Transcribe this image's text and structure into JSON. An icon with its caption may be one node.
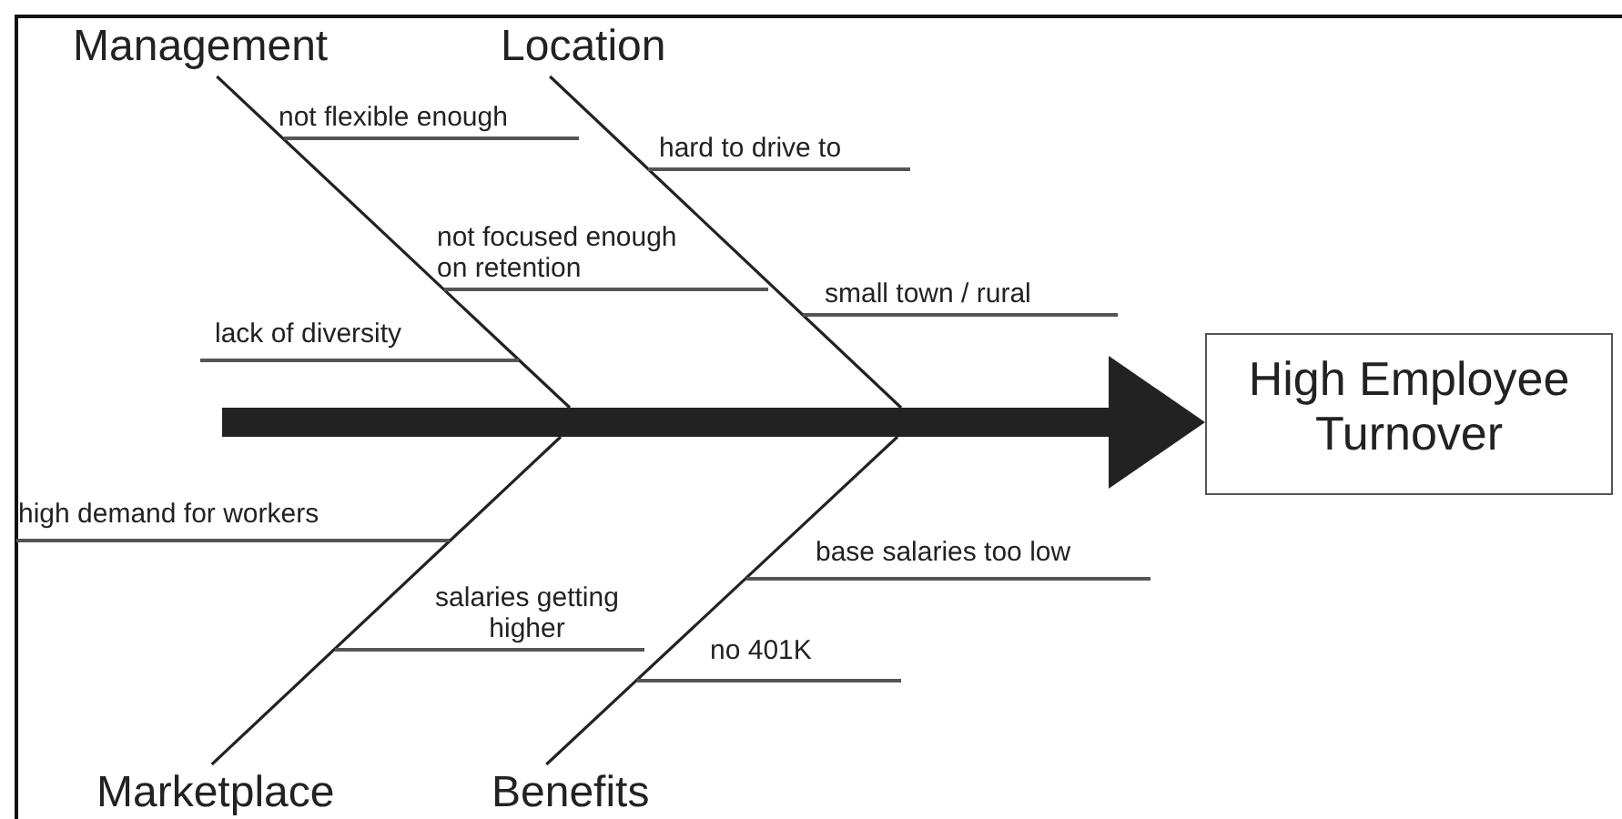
{
  "diagram": {
    "nodes": [
      {
        "text": [
          "Management"
        ]
      },
      {
        "text": [
          "Location"
        ]
      },
      {
        "text": [
          "not flexible enough"
        ]
      },
      {
        "text": [
          "hard to drive to"
        ]
      },
      {
        "text": [
          "not focused enough on retention"
        ]
      },
      {
        "text": [
          "small town / rural"
        ]
      },
      {
        "text": [
          "lack of diversity"
        ]
      },
      {
        "text": [
          "High Employee Turnover"
        ]
      },
      {
        "text": [
          "high demand for workers"
        ]
      },
      {
        "text": [
          "salaries getting higher"
        ]
      },
      {
        "text": [
          "base salaries too low"
        ]
      },
      {
        "text": [
          "no 401K"
        ]
      },
      {
        "text": [
          "Marketplace"
        ]
      },
      {
        "text": [
          "Benefits"
        ]
      }
    ],
    "edges": [
      {
        "from": null,
        "to": 7,
        "arrow": "to",
        "style": "thick"
      },
      {
        "from": 0,
        "to": null,
        "arrow": "none"
      },
      {
        "from": 1,
        "to": null,
        "arrow": "none"
      },
      {
        "from": 12,
        "to": null,
        "arrow": "none"
      },
      {
        "from": 13,
        "to": null,
        "arrow": "none"
      },
      {
        "from": 2,
        "to": null,
        "arrow": "none"
      },
      {
        "from": 3,
        "to": null,
        "arrow": "none"
      },
      {
        "from": 4,
        "to": null,
        "arrow": "none"
      },
      {
        "from": 5,
        "to": null,
        "arrow": "none"
      },
      {
        "from": 6,
        "to": null,
        "arrow": "none"
      },
      {
        "from": 8,
        "to": null,
        "arrow": "none"
      },
      {
        "from": 9,
        "to": null,
        "arrow": "none"
      },
      {
        "from": 10,
        "to": null,
        "arrow": "none"
      },
      {
        "from": 11,
        "to": null,
        "arrow": "none"
      }
    ]
  }
}
